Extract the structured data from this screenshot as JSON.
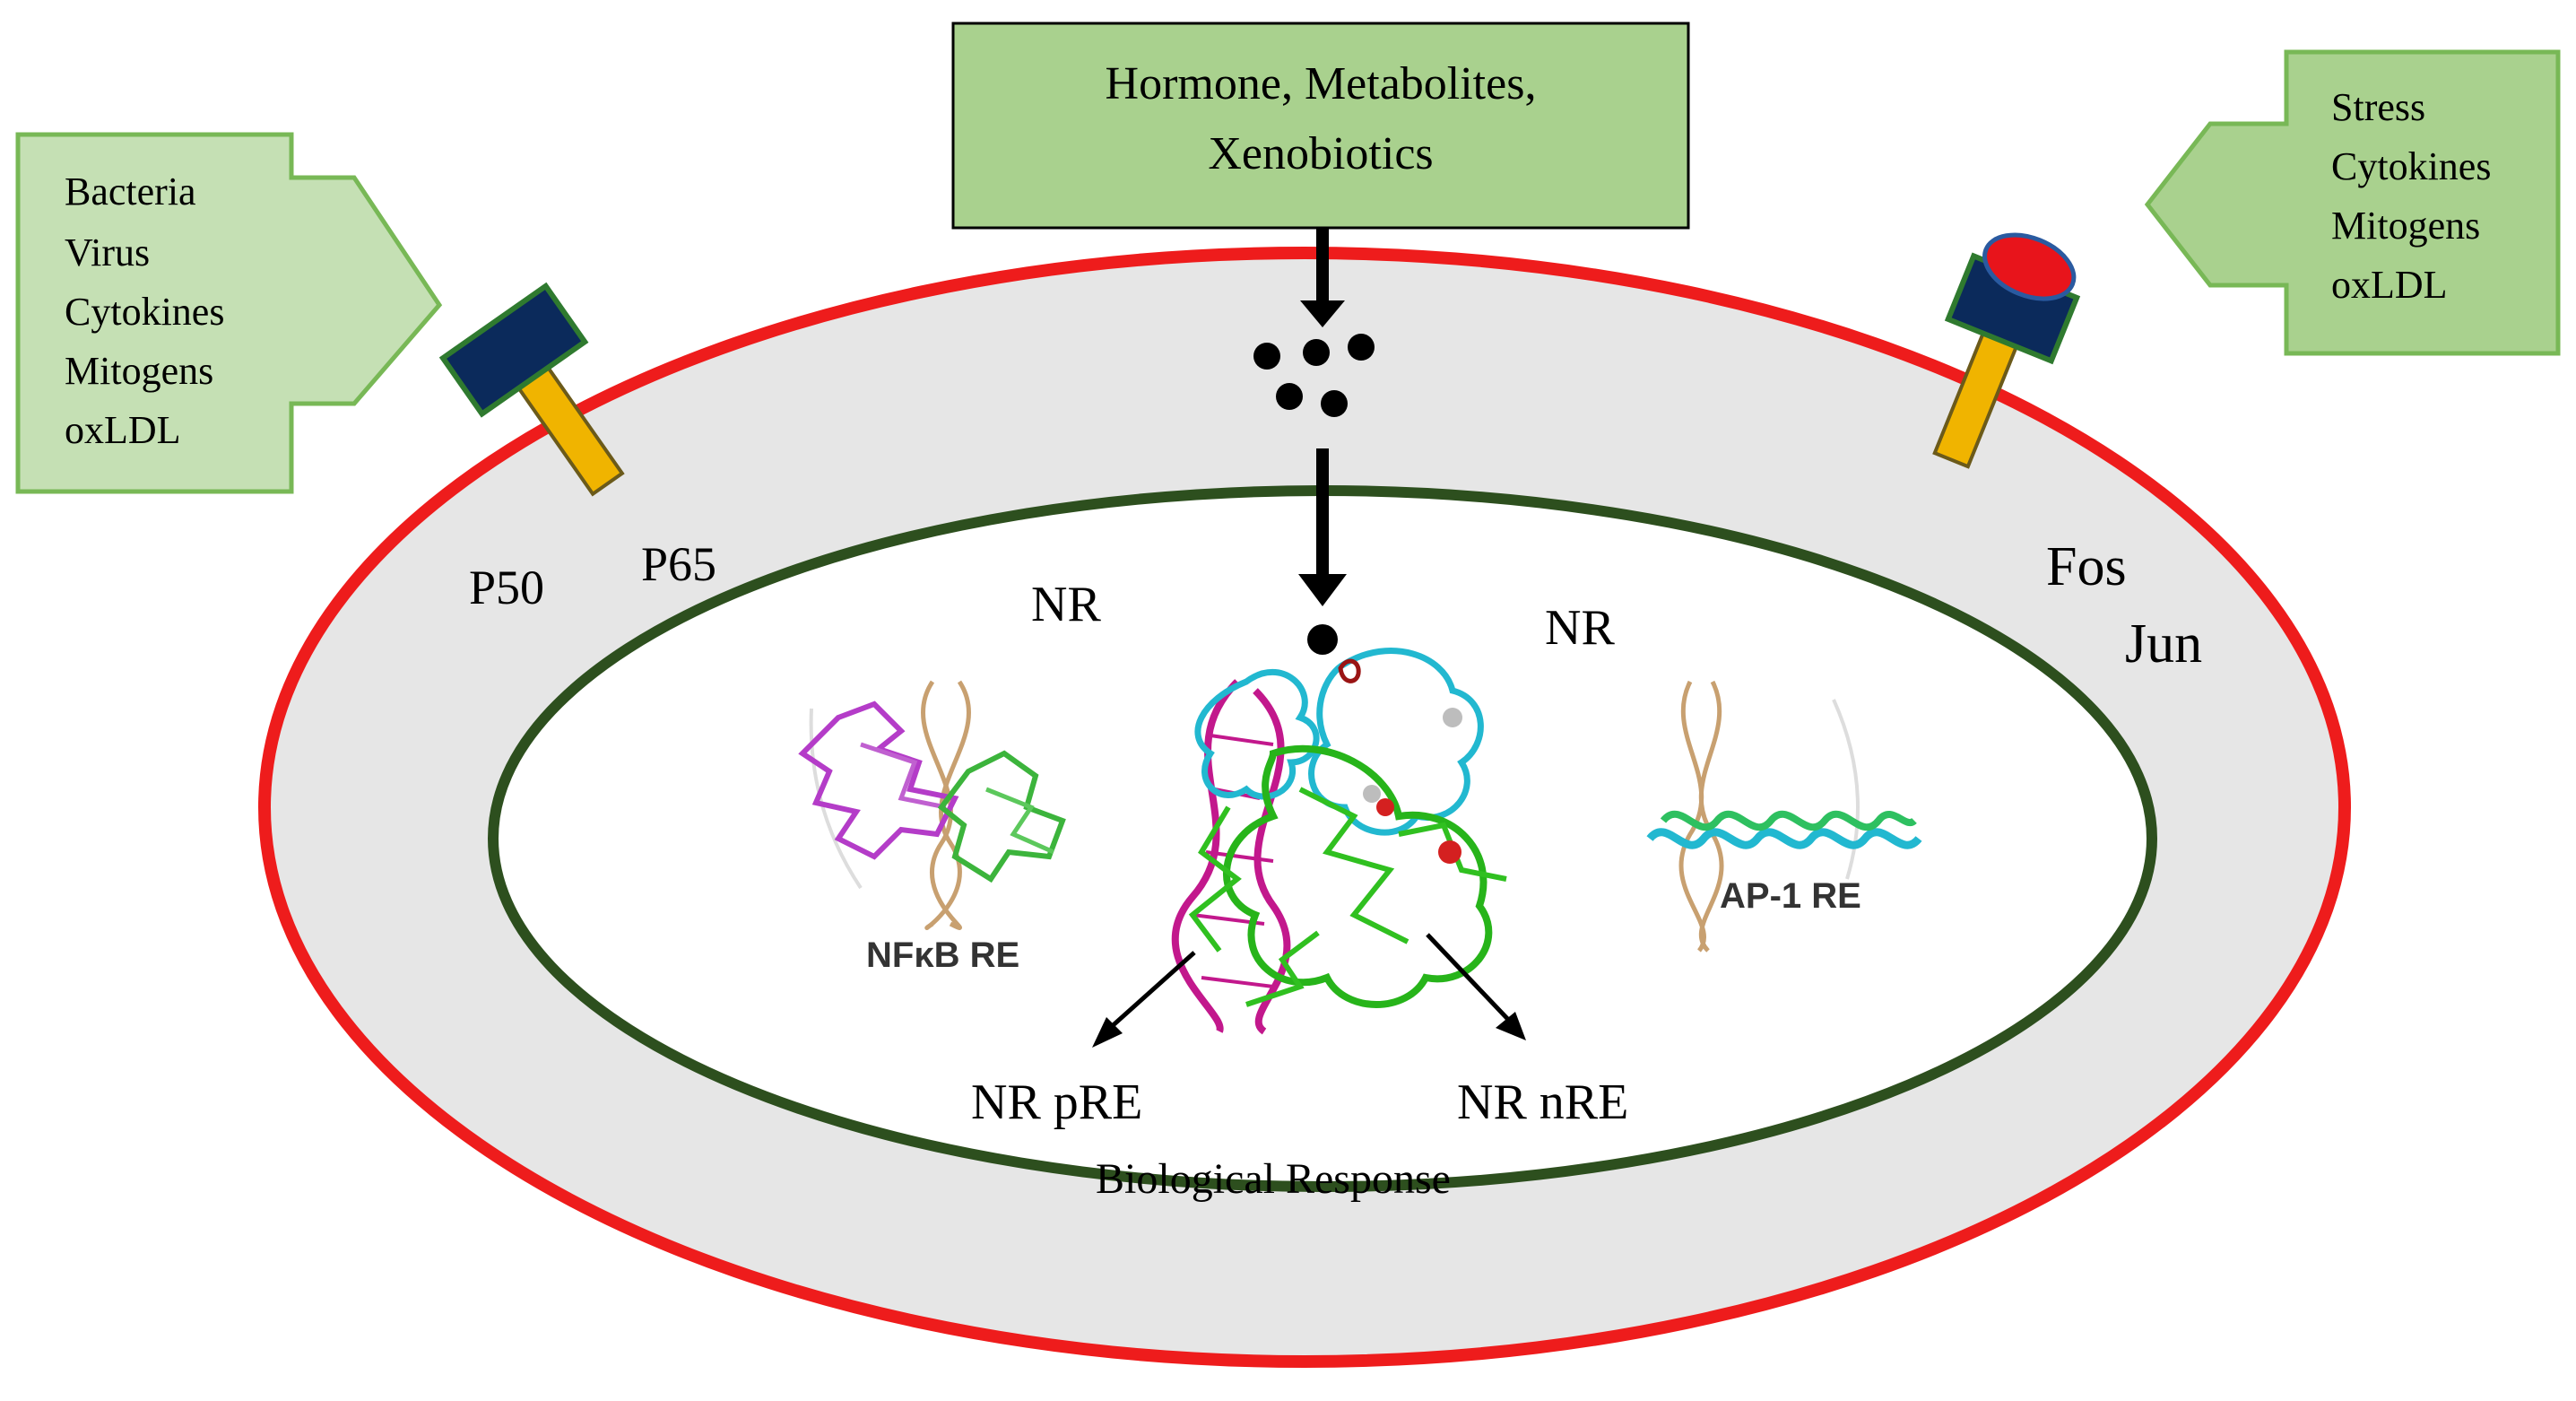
{
  "colors": {
    "outer_membrane": "#ee1c1c",
    "cytoplasm": "#e6e6e6",
    "nuclear_membrane": "#2d4f1e",
    "nucleoplasm": "#ffffff",
    "box_fill": "#a9d18e",
    "box_fill_light": "#c5e0b4",
    "box_stroke": "#5d9c3c",
    "receptor_head": "#0b2a5b",
    "receptor_stalk": "#f0b400",
    "receptor_cap": "#e8141b",
    "dna_magenta": "#c2188c",
    "protein_green": "#27b41a",
    "protein_cyan": "#22b8d0",
    "dna_tan": "#c8a070"
  },
  "top_box": {
    "line1": "Hormone, Metabolites,",
    "line2": "Xenobiotics"
  },
  "left_box": {
    "items": [
      "Bacteria",
      "Virus",
      "Cytokines",
      "Mitogens",
      "oxLDL"
    ]
  },
  "right_box": {
    "items": [
      "Stress",
      "Cytokines",
      "Mitogens",
      "oxLDL"
    ]
  },
  "labels": {
    "p50": "P50",
    "p65": "P65",
    "nr_left": "NR",
    "nr_right": "NR",
    "fos": "Fos",
    "jun": "Jun",
    "nfkb_re": "NFκB RE",
    "ap1_re": "AP-1 RE",
    "nr_pre": "NR pRE",
    "nr_nre": "NR nRE",
    "biological_response": "Biological Response"
  }
}
